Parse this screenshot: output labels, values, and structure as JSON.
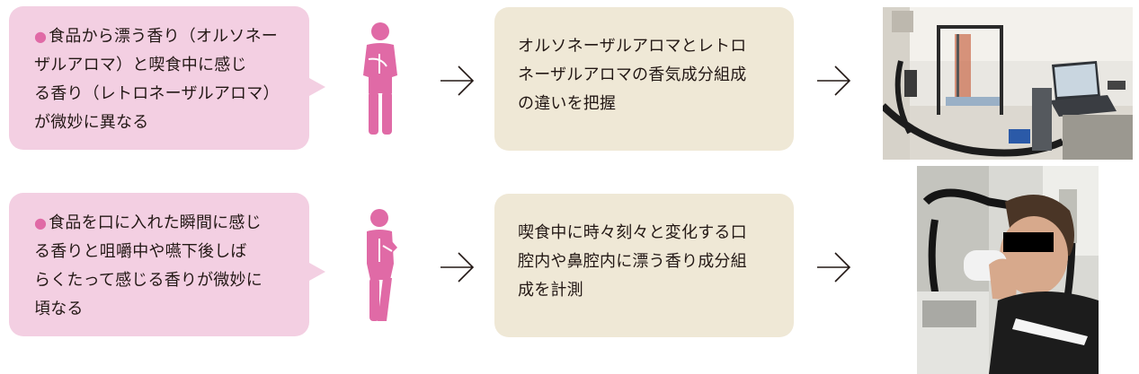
{
  "row1": {
    "bubble_lines": [
      "食品から漂う香り（オルソネー",
      "ザルアロマ）と喫食中に感じ",
      "る香り（レトロネーザルアロマ）",
      "が微妙に異なる"
    ],
    "result_lines": [
      "オルソネーザルアロマとレトロ",
      "ネーザルアロマの香気成分組成",
      "の違いを把握"
    ]
  },
  "row2": {
    "bubble_lines": [
      "食品を口に入れた瞬間に感じ",
      "る香りと咀嚼中や嚥下後しば",
      "らくたって感じる香りが微妙に",
      "頃なる"
    ],
    "result_lines": [
      "喫食中に時々刻々と変化する口",
      "腔内や鼻腔内に漂う香り成分組",
      "成を計測"
    ]
  },
  "colors": {
    "bubble_bg": "#f3cfe2",
    "bullet": "#e06aa6",
    "person": "#e06aa6",
    "box_bg": "#efe8d6",
    "arrow": "#231815"
  },
  "icons": {
    "person1": "person-thinking-icon",
    "person2": "person-hand-on-chin-icon",
    "arrow": "arrow-right-icon"
  }
}
